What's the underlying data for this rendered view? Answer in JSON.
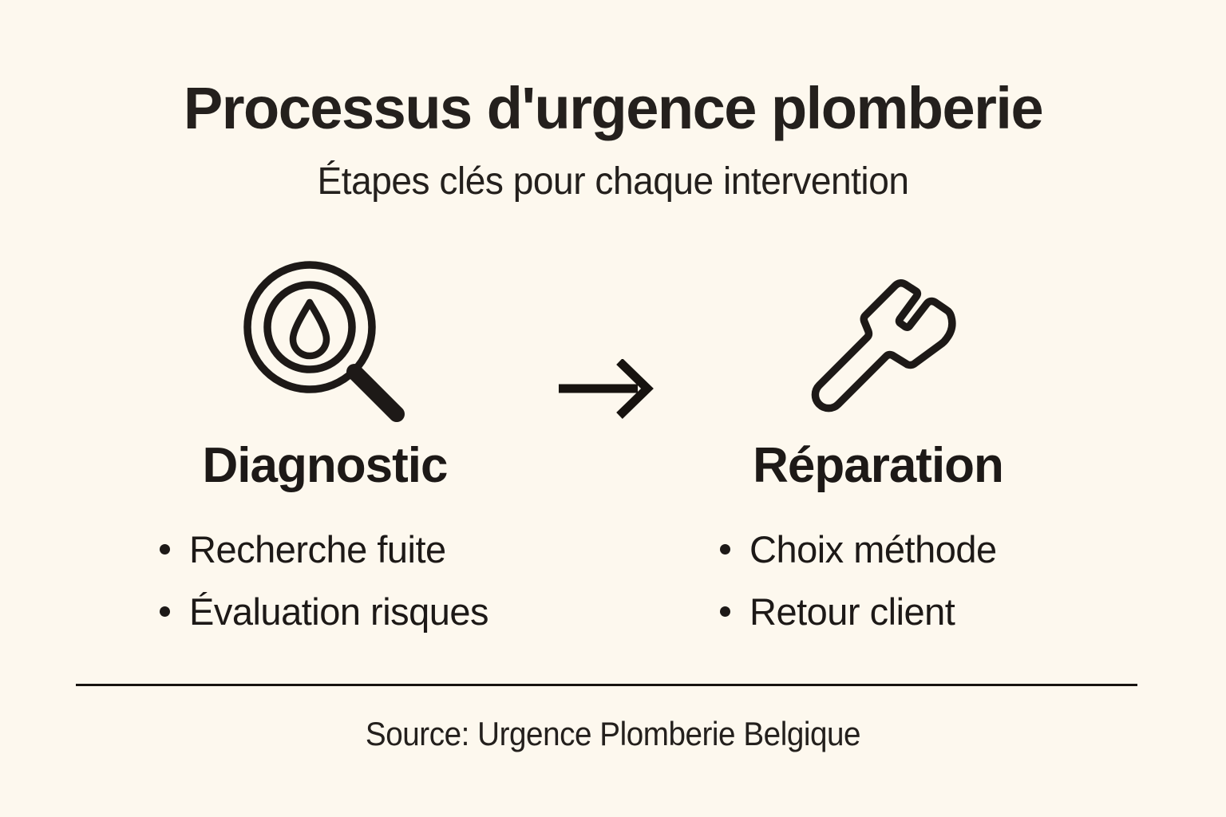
{
  "page": {
    "title": "Processus d'urgence plomberie",
    "subtitle": "Étapes clés pour chaque intervention",
    "source_line": "Source: Urgence Plomberie Belgique"
  },
  "colors": {
    "background": "#FDF8EE",
    "ink": "#1D1917"
  },
  "diagram": {
    "type": "process-flow",
    "connector": {
      "icon": "arrow-right-icon",
      "direction": "left-to-right"
    },
    "steps": [
      {
        "label": "Diagnostic",
        "icon": "magnifier-water-drop-icon",
        "bullets": [
          "Recherche fuite",
          "Évaluation risques"
        ]
      },
      {
        "label": "Réparation",
        "icon": "pipe-wrench-icon",
        "bullets": [
          "Choix méthode",
          "Retour client"
        ]
      }
    ]
  }
}
